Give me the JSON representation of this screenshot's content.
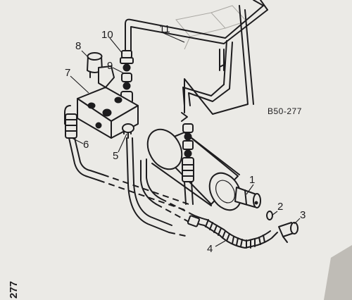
{
  "diagram": {
    "reference": "B50-277",
    "page_number": "277",
    "callouts": [
      "1",
      "2",
      "3",
      "4",
      "5",
      "6",
      "7",
      "8",
      "9",
      "10",
      "11"
    ]
  },
  "colors": {
    "paper": "#ebeae6",
    "ink": "#1d1c1e",
    "background": "#d2d0cc"
  }
}
